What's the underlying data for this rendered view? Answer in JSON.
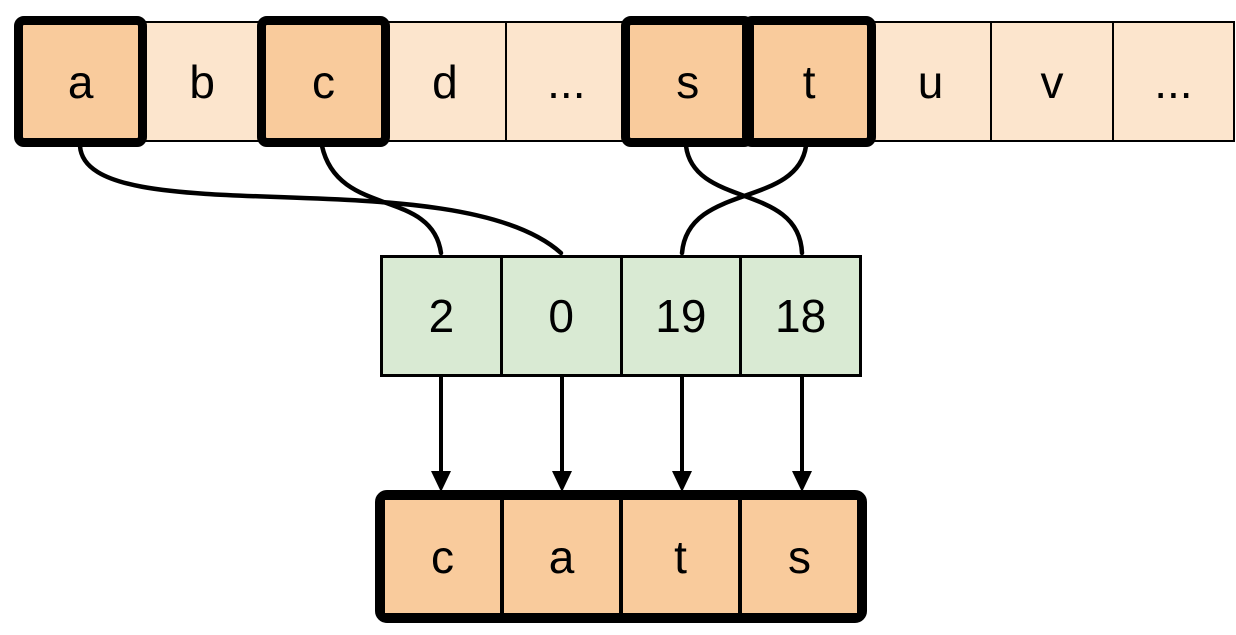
{
  "diagram": {
    "description": "Alphabet cells mapped through numeric indices to spell a word",
    "alphabet_row": {
      "cells": [
        {
          "label": "a",
          "highlighted": true
        },
        {
          "label": "b",
          "highlighted": false
        },
        {
          "label": "c",
          "highlighted": true
        },
        {
          "label": "d",
          "highlighted": false
        },
        {
          "label": "...",
          "highlighted": false
        },
        {
          "label": "s",
          "highlighted": true
        },
        {
          "label": "t",
          "highlighted": true
        },
        {
          "label": "u",
          "highlighted": false
        },
        {
          "label": "v",
          "highlighted": false
        },
        {
          "label": "...",
          "highlighted": false
        }
      ]
    },
    "index_row": {
      "cells": [
        {
          "value": "2"
        },
        {
          "value": "0"
        },
        {
          "value": "19"
        },
        {
          "value": "18"
        }
      ]
    },
    "output_row": {
      "cells": [
        {
          "letter": "c"
        },
        {
          "letter": "a"
        },
        {
          "letter": "t"
        },
        {
          "letter": "s"
        }
      ]
    },
    "connections": [
      {
        "from_letter": "a",
        "to_index_value": "0"
      },
      {
        "from_letter": "c",
        "to_index_value": "2"
      },
      {
        "from_letter": "s",
        "to_index_value": "18"
      },
      {
        "from_letter": "t",
        "to_index_value": "19"
      }
    ],
    "colors": {
      "highlight_fill": "#f9cb9c",
      "base_fill": "#fce5cd",
      "index_fill": "#d9ead3",
      "line": "#000000",
      "background": "#ffffff"
    }
  }
}
